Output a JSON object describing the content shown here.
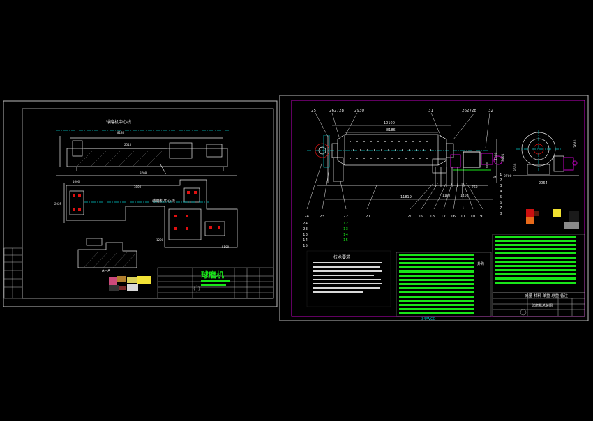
{
  "colors": {
    "background": "#000000",
    "frame": "#c8c8c8",
    "magenta": "#c000c0",
    "green": "#19e619",
    "cyan": "#00c8c8",
    "yellow": "#e6e600",
    "red": "#e01010"
  },
  "left_sheet": {
    "centerline_label_top": "球磨机中心线",
    "centerline_label_plan": "球磨机中心线",
    "title_block_name": "球磨机",
    "section_label": "A—A",
    "dims": {
      "d_8186": "8186",
      "d_2515": "2515",
      "d_9708": "9708",
      "d_1600": "1600",
      "d_2025": "2025",
      "d_3800": "3800",
      "d_1200": "1200",
      "d_5100": "5100"
    }
  },
  "right_sheet": {
    "callouts_top": {
      "c25": "25",
      "c26_27_28_a": "262728",
      "c29_30": "2930",
      "c31": "31",
      "c26_27_28_b": "262728",
      "c32": "32"
    },
    "dims": {
      "d_10100": "10100",
      "d_8186": "8186",
      "d_11819": "11819",
      "d_1182": "1182",
      "d_1400": "1400",
      "d_2640": "2640",
      "d_2064": "2064",
      "d_3600": "3600",
      "d_2700": "2700",
      "d_760": "760",
      "d_3461": "3461",
      "d_1000": "1000",
      "d_1900": "1900",
      "d_34": "34"
    },
    "callouts_bottom": [
      "20",
      "19",
      "18",
      "17",
      "16",
      "11",
      "10",
      "9"
    ],
    "callouts_right": [
      "1",
      "2",
      "3",
      "4",
      "5",
      "6",
      "7",
      "8"
    ],
    "callouts_left": [
      "24",
      "23",
      "22",
      "21"
    ],
    "callouts_cyan": [
      "12",
      "13",
      "14",
      "15"
    ],
    "callouts_lower_left": [
      "24",
      "23",
      "13",
      "14",
      "15"
    ],
    "tech_heading": "技术要求",
    "outside_label": "外购",
    "bottom_label": "34/WCO",
    "title_block": {
      "heading_row": "减量 材料  单重 总重  备注",
      "name": "球磨机总装图"
    }
  }
}
